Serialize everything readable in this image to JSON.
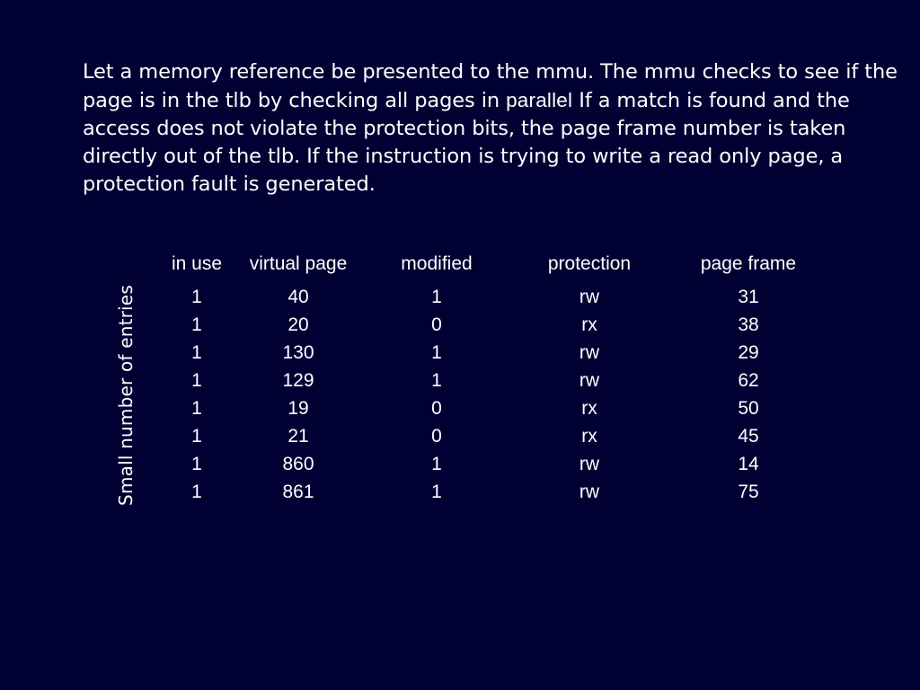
{
  "slide": {
    "background_color": "#000033",
    "text_color": "#ffffff",
    "paragraph_part1": "Let a memory reference be presented to the mmu. The mmu checks to see if the page is in the tlb by checking all pages in ",
    "paragraph_pasted_word": "parallel",
    "paragraph_part2": " If a match is found and the access does not violate the protection bits, the page frame number is taken directly out of the tlb. If the instruction is trying to write a read only page, a protection fault is generated.",
    "vertical_label": "Small number of entries"
  },
  "table": {
    "headers": [
      "in use",
      "virtual page",
      "modified",
      "protection",
      "page frame"
    ],
    "rows": [
      {
        "in_use": "1",
        "virtual_page": "40",
        "modified": "1",
        "protection": "rw",
        "page_frame": "31"
      },
      {
        "in_use": "1",
        "virtual_page": "20",
        "modified": "0",
        "protection": "rx",
        "page_frame": "38"
      },
      {
        "in_use": "1",
        "virtual_page": "130",
        "modified": "1",
        "protection": "rw",
        "page_frame": "29"
      },
      {
        "in_use": "1",
        "virtual_page": "129",
        "modified": "1",
        "protection": "rw",
        "page_frame": "62"
      },
      {
        "in_use": "1",
        "virtual_page": "19",
        "modified": "0",
        "protection": "rx",
        "page_frame": "50"
      },
      {
        "in_use": "1",
        "virtual_page": "21",
        "modified": "0",
        "protection": "rx",
        "page_frame": "45"
      },
      {
        "in_use": "1",
        "virtual_page": "860",
        "modified": "1",
        "protection": "rw",
        "page_frame": "14"
      },
      {
        "in_use": "1",
        "virtual_page": "861",
        "modified": "1",
        "protection": "rw",
        "page_frame": "75"
      }
    ]
  }
}
